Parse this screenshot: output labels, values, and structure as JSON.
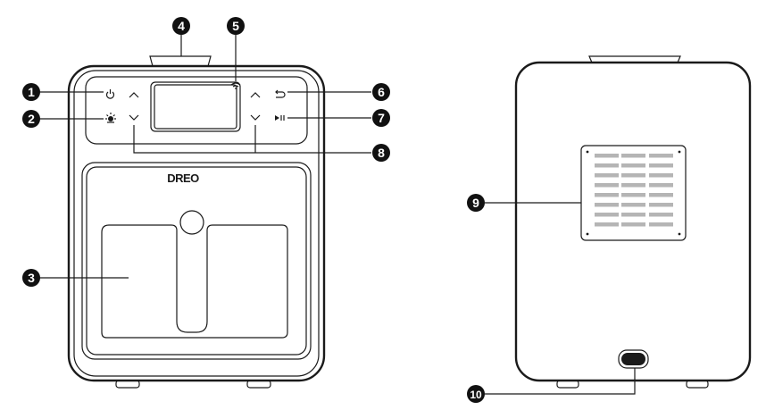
{
  "brand_logo_text": "DREO",
  "callouts": [
    {
      "id": "1",
      "label": "1"
    },
    {
      "id": "2",
      "label": "2"
    },
    {
      "id": "3",
      "label": "3"
    },
    {
      "id": "4",
      "label": "4"
    },
    {
      "id": "5",
      "label": "5"
    },
    {
      "id": "6",
      "label": "6"
    },
    {
      "id": "7",
      "label": "7"
    },
    {
      "id": "8",
      "label": "8"
    },
    {
      "id": "9",
      "label": "9"
    },
    {
      "id": "10",
      "label": "10"
    }
  ],
  "icons": {
    "power": "power-icon",
    "light": "light-icon",
    "wifi": "wifi-icon",
    "back": "back-icon",
    "play_pause": "play-pause-icon",
    "up": "chevron-up-icon",
    "down": "chevron-down-icon"
  },
  "colors": {
    "outline": "#1a1a1a",
    "callout": "#111111",
    "grille": "#b5b5b5"
  }
}
